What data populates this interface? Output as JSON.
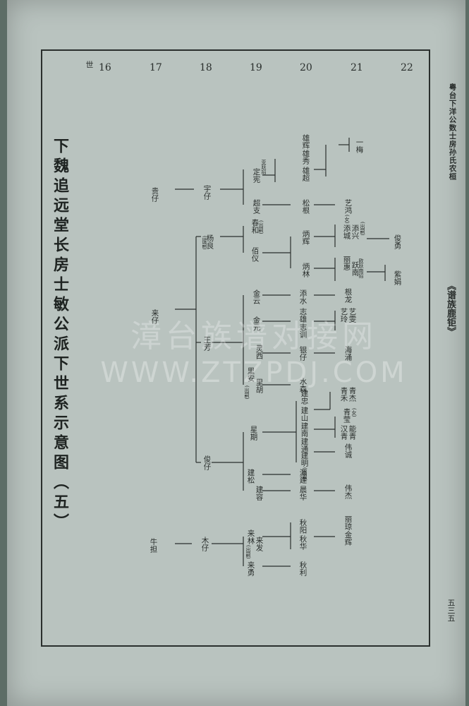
{
  "header": {
    "right_note": "粤台下洋公数士房孙氏农桓",
    "book_title": "《谱族鹿钜》",
    "page_number": "五三五"
  },
  "title": "下魏追远堂长房士敏公派下世系示意图（五）",
  "generations": {
    "shi": "世",
    "numbers": [
      "16",
      "17",
      "18",
      "19",
      "20",
      "21",
      "22"
    ]
  },
  "persons": {
    "g16_niu": "牛担",
    "g17_mu": "木仔",
    "g17_lai": "来仔",
    "g17_gui": "贵仔",
    "g18_jun": "俊仔",
    "g18_wang": "王芳",
    "g18_yang": "杨良",
    "g18_yang_note": "(接嗣)",
    "g18_yu": "宇仔",
    "g19_laiyong": "来勇",
    "g19_laifa": "来发",
    "g19_laifa_note": "(出嗣)",
    "g19_laiyan": "来林",
    "g19_jianrong": "建容",
    "g19_jiansong": "建松",
    "g19_xingqi": "星期",
    "g19_lihu": "里胡",
    "g19_lian": "里安",
    "g19_lian_note": "(出嗣)",
    "g19_lingxi": "灵西",
    "g19_jinyuan": "金元",
    "g19_jinyun": "金云",
    "g19_baiyi": "佰仪",
    "g19_chunhe": "春和",
    "g19_chunhe_note": "(出嗣)",
    "g19_chaozhi": "超支",
    "g19_dingxian": "定宪",
    "g19_yazhao": "亚跃招",
    "g20_qiuli": "秋利",
    "g20_qiuhua": "秋华",
    "g20_qiuyang": "秋阳",
    "g20_chenhua": "晨华",
    "g20_yuanjian": "源建",
    "g20_jianming": "建明",
    "g20_jianming_note": "(出嗣)",
    "g20_jiantong": "建通",
    "g20_jiannan": "建南",
    "g20_jianshan": "建山",
    "g20_jianzhong": "建忠",
    "g20_shuisen": "水森",
    "g20_yinzi": "银仔",
    "g20_zhixun": "志训",
    "g20_zhixiong": "志雄",
    "g20_tianshui": "添水",
    "g20_binglin": "炳林",
    "g20_binghui": "炳辉",
    "g20_songgen": "松根",
    "g20_xuechao": "雄超",
    "g20_xuexiu": "雄秀",
    "g20_xuehui": "雄辉",
    "g21_jinhui": "金辉",
    "g21_litang": "丽琼",
    "g21_weijie": "伟杰",
    "g21_weicheng": "伟诚",
    "g21_hanqing": "汉青",
    "g21_nengqing": "能青",
    "g21_qinghe": "青禾",
    "g21_qingjie": "青杰",
    "g21_qingli": "青莹",
    "g21_nv": "(女)",
    "g21_haiyong": "海涌",
    "g21_yiling": "艺玲",
    "g21_yiqiu": "艺雯",
    "g21_genlong": "根龙",
    "g21_lihui": "丽惠",
    "g21_yuenan": "跃南",
    "g21_yuenan2": "欧跃南招",
    "g21_tiancheng": "添城",
    "g21_tianxing": "添兴",
    "g21_tianxing_note": "(出嗣)",
    "g21_yihong": "艺鸿",
    "g21_yihong_note": "(女)",
    "g22_zijuan": "紫娟",
    "g22_junyong": "俊勇",
    "g22_yimei": "一梅"
  },
  "watermark": {
    "cn": "漳台族谱对接网",
    "en": "WWW.ZTZPDJ.COM"
  }
}
